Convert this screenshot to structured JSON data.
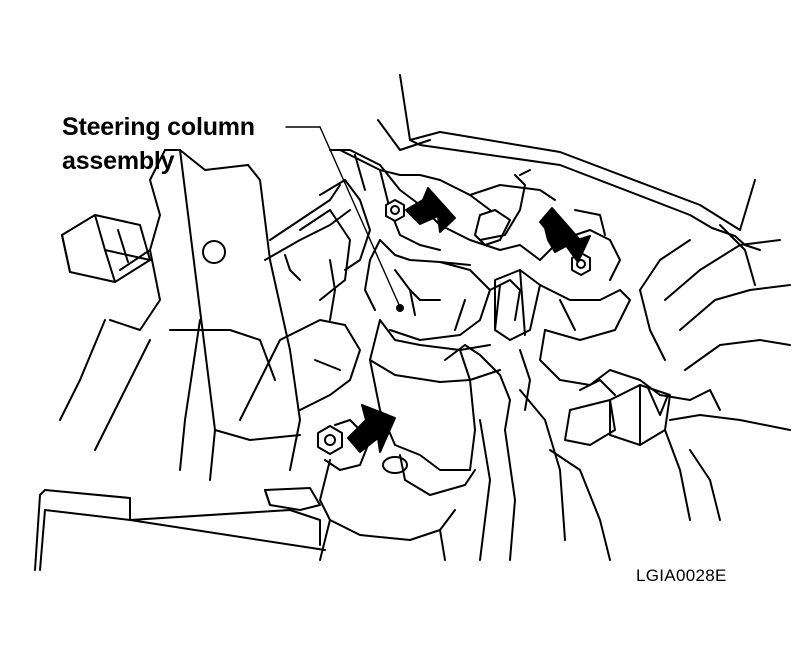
{
  "diagram": {
    "callout_label_line1": "Steering column",
    "callout_label_line2": "assembly",
    "figure_code": "LGIA0028E"
  },
  "colors": {
    "ink": "#000000",
    "background": "#ffffff"
  },
  "icons": {
    "bolt_arrows": [
      "arrow-icon",
      "arrow-icon",
      "arrow-icon"
    ],
    "bolts": [
      "hex-bolt-icon",
      "hex-bolt-icon",
      "hex-bolt-icon"
    ]
  }
}
